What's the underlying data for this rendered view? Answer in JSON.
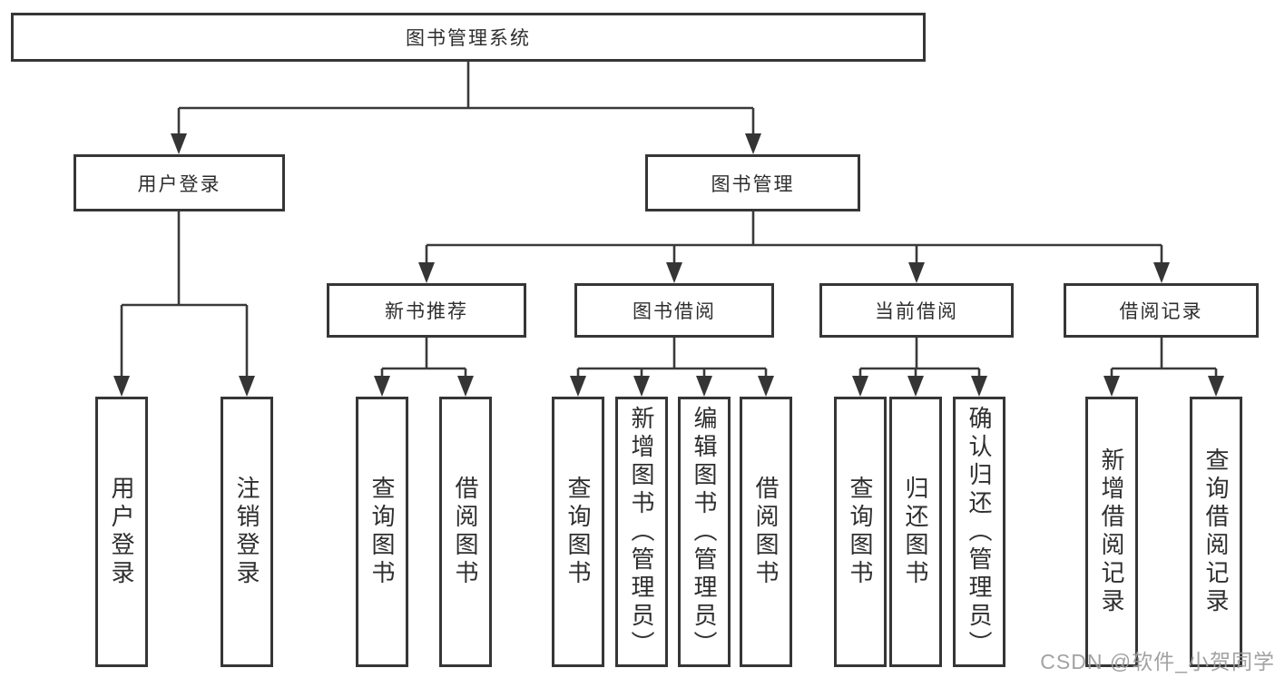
{
  "watermark": "CSDN @软件_小贺同学",
  "tree": {
    "label": "图书管理系统",
    "children": [
      {
        "label": "用户登录",
        "children": [
          {
            "label": "用户登录"
          },
          {
            "label": "注销登录"
          }
        ]
      },
      {
        "label": "图书管理",
        "children": [
          {
            "label": "新书推荐",
            "children": [
              {
                "label": "查询图书"
              },
              {
                "label": "借阅图书"
              }
            ]
          },
          {
            "label": "图书借阅",
            "children": [
              {
                "label": "查询图书"
              },
              {
                "label": "新增图书（管理员）"
              },
              {
                "label": "编辑图书（管理员）"
              },
              {
                "label": "借阅图书"
              }
            ]
          },
          {
            "label": "当前借阅",
            "children": [
              {
                "label": "查询图书"
              },
              {
                "label": "归还图书"
              },
              {
                "label": "确认归还（管理员）"
              }
            ]
          },
          {
            "label": "借阅记录",
            "children": [
              {
                "label": "新增借阅记录"
              },
              {
                "label": "查询借阅记录"
              }
            ]
          }
        ]
      }
    ]
  }
}
